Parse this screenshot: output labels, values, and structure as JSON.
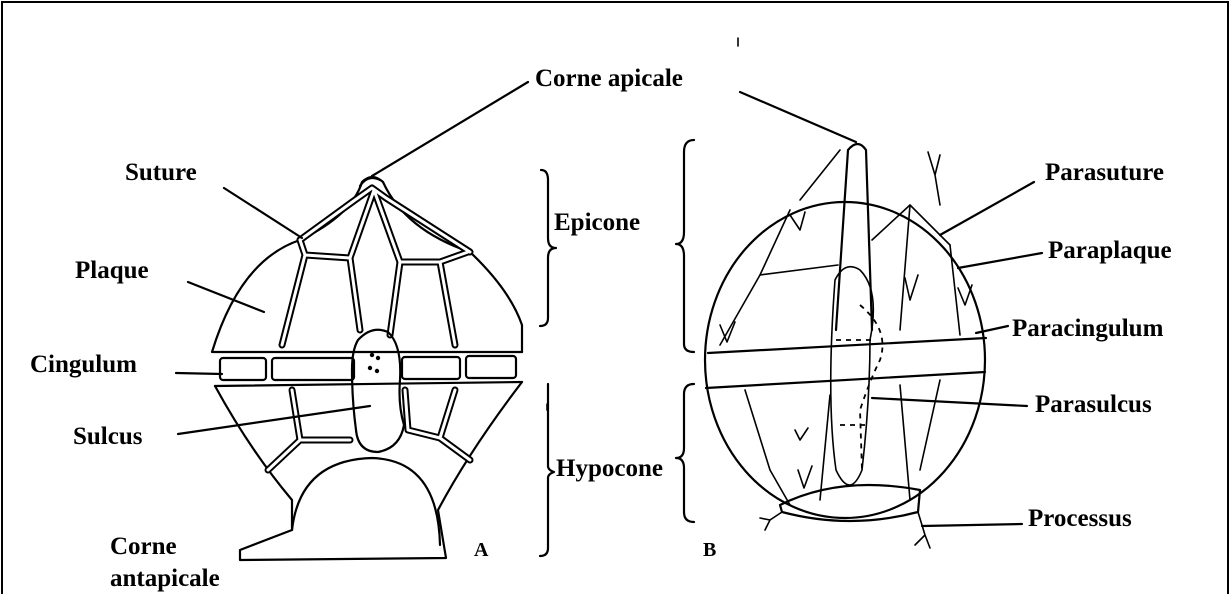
{
  "labels": {
    "corne_apicale": "Corne apicale",
    "suture": "Suture",
    "plaque": "Plaque",
    "cingulum": "Cingulum",
    "sulcus": "Sulcus",
    "corne_antapicale_1": "Corne",
    "corne_antapicale_2": "antapicale",
    "epicone": "Epicone",
    "hypocone": "Hypocone",
    "parasuture": "Parasuture",
    "paraplaque": "Paraplaque",
    "paracingulum": "Paracingulum",
    "parasulcus": "Parasulcus",
    "processus": "Processus",
    "fig_a": "A",
    "fig_b": "B"
  }
}
